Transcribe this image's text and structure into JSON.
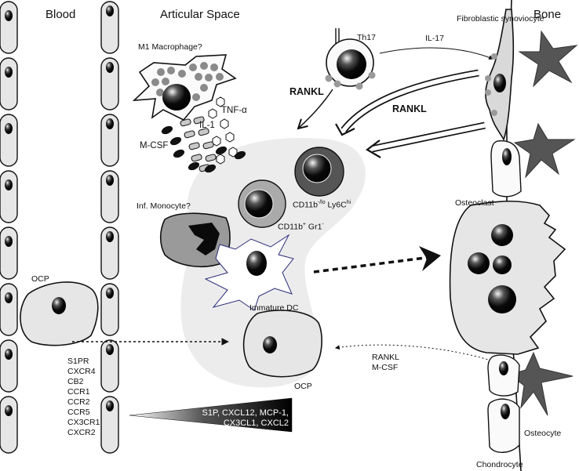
{
  "headers": {
    "blood": "Blood",
    "articular_space": "Articular Space",
    "bone": "Bone"
  },
  "cells": {
    "m1_macrophage": "M1 Macrophage?",
    "th17": "Th17",
    "fibroblastic_synoviocyte": "Fibroblastic synoviocyte",
    "inf_monocyte": "Inf. Monocyte?",
    "osteoclast": "Osteoclast",
    "immature_dc": "Immature DC",
    "ocp_blood": "OCP",
    "ocp_articular": "OCP",
    "osteocyte": "Osteocyte",
    "chondrocyte": "Chondrocyte",
    "cd11b_lo_ly6c_hi": {
      "base": "CD11b",
      "sup1": "-/lo",
      "mid": " Ly6C",
      "sup2": "hi"
    },
    "cd11b_gr1": {
      "base": "CD11b",
      "sup1": "+",
      "mid": " Gr1",
      "sup2": "-"
    }
  },
  "cytokines": {
    "tnf_alpha": "TNF-α",
    "il_1": "IL-1",
    "m_csf": "M-CSF",
    "il_17": "IL-17",
    "rankl_1": "RANKL",
    "rankl_2": "RANKL",
    "rankl_mcsf": [
      "RANKL",
      "M-CSF"
    ]
  },
  "receptors": [
    "S1PR",
    "CXCR4",
    "CB2",
    "CCR1",
    "CCR2",
    "CCR5",
    "CX3CR1",
    "CXCR2"
  ],
  "gradient": {
    "line1": "S1P, CXCL12, MCP-1,",
    "line2": "CX3CL1, CXCL2"
  },
  "colors": {
    "cell_fill": "#e6e6e6",
    "nucleus": "#111111",
    "star": "#555555",
    "dc_outline": "#2b2b7a"
  }
}
